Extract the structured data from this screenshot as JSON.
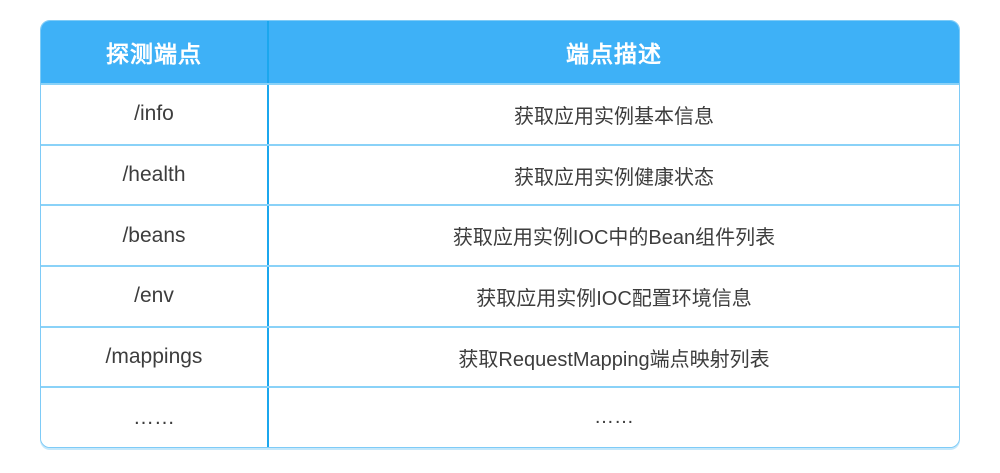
{
  "table": {
    "columns": [
      {
        "label": "探测端点"
      },
      {
        "label": "端点描述"
      }
    ],
    "rows": [
      {
        "endpoint": "/info",
        "description": "获取应用实例基本信息"
      },
      {
        "endpoint": "/health",
        "description": "获取应用实例健康状态"
      },
      {
        "endpoint": "/beans",
        "description": "获取应用实例IOC中的Bean组件列表"
      },
      {
        "endpoint": "/env",
        "description": "获取应用实例IOC配置环境信息"
      },
      {
        "endpoint": "/mappings",
        "description": "获取RequestMapping端点映射列表"
      },
      {
        "endpoint": "……",
        "description": "……"
      }
    ]
  },
  "colors": {
    "header_bg": "#3EB1F7",
    "header_text": "#FFFFFF",
    "divider": "#1BA7EE",
    "separator": "#8AD2F8",
    "border": "#7ECBF7",
    "text": "#3D3D3D"
  }
}
